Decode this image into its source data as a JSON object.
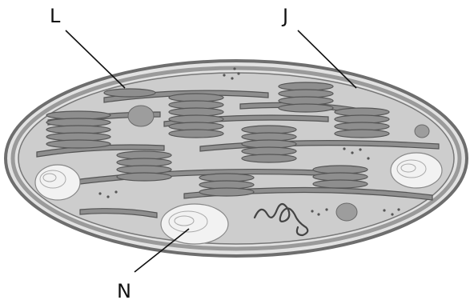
{
  "labels": {
    "L": "L",
    "J": "J",
    "N": "N"
  },
  "colors": {
    "outer_membrane": "#7a7a7a",
    "inner_membrane": "#a9a9a9",
    "stroma": "#cfcfcf",
    "thylakoid": "#8e8e8e",
    "thylakoid_edge": "#555555",
    "starch_grain": "#f0f0f0",
    "label_line": "#111111"
  }
}
